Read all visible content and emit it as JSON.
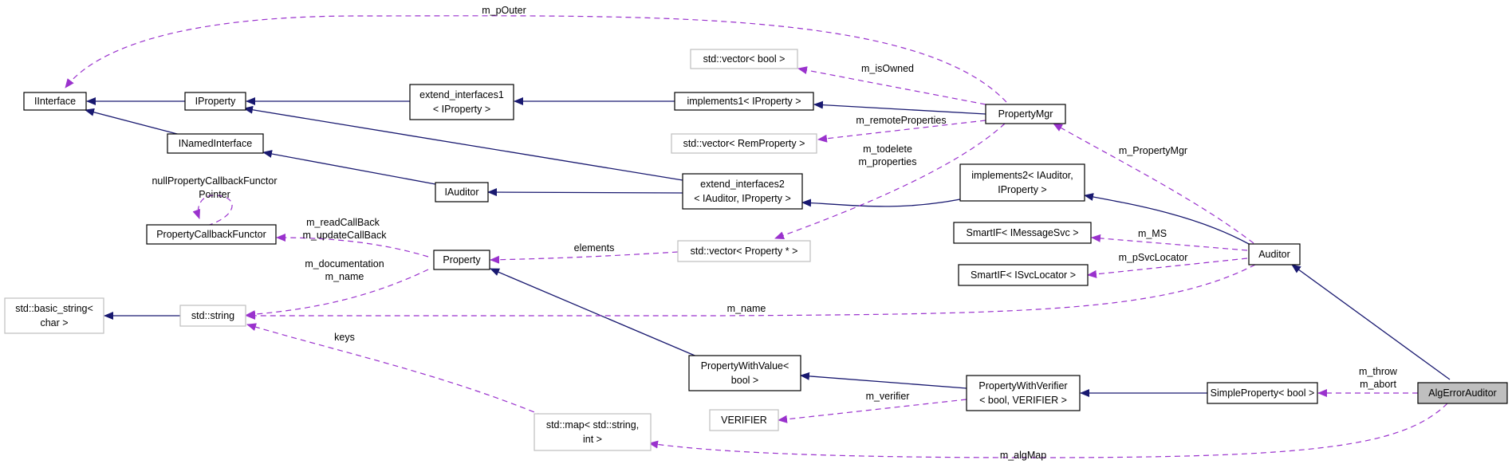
{
  "colors": {
    "inheritance": "#191970",
    "usage": "#9a32cd",
    "focus_fill": "#bfbfbf",
    "external_border": "#bfbfbf"
  },
  "nodes": {
    "iinterface": [
      "IInterface"
    ],
    "iproperty": [
      "IProperty"
    ],
    "extend_interfaces1": [
      "extend_interfaces1",
      "< IProperty >"
    ],
    "implements1": [
      "implements1< IProperty >"
    ],
    "property_mgr": [
      "PropertyMgr"
    ],
    "vector_bool": [
      "std::vector< bool >"
    ],
    "vector_remproperty": [
      "std::vector< RemProperty >"
    ],
    "inamedinterface": [
      "INamedInterface"
    ],
    "iauditor": [
      "IAuditor"
    ],
    "extend_interfaces2": [
      "extend_interfaces2",
      "< IAuditor, IProperty >"
    ],
    "implements2": [
      "implements2< IAuditor,",
      "IProperty >"
    ],
    "property_callback_functor": [
      "PropertyCallbackFunctor"
    ],
    "property": [
      "Property"
    ],
    "vector_property_ptr": [
      "std::vector< Property * >"
    ],
    "smartif_imessagesvc": [
      "SmartIF< IMessageSvc >"
    ],
    "smartif_isvclocator": [
      "SmartIF< ISvcLocator >"
    ],
    "auditor": [
      "Auditor"
    ],
    "basic_string": [
      "std::basic_string<",
      "char >"
    ],
    "std_string": [
      "std::string"
    ],
    "property_with_value": [
      "PropertyWithValue<",
      "bool >"
    ],
    "property_with_verifier": [
      "PropertyWithVerifier",
      "< bool, VERIFIER >"
    ],
    "simple_property": [
      "SimpleProperty< bool >"
    ],
    "alg_error_auditor": [
      "AlgErrorAuditor"
    ],
    "verifier": [
      "VERIFIER"
    ],
    "map_string_int": [
      "std::map< std::string,",
      "int >"
    ]
  },
  "edge_labels": {
    "m_pouter": [
      "m_pOuter"
    ],
    "m_isowned": [
      "m_isOwned"
    ],
    "m_remoteproperties": [
      "m_remoteProperties"
    ],
    "m_todelete": [
      "m_todelete",
      "m_properties"
    ],
    "m_propertymgr": [
      "m_PropertyMgr"
    ],
    "null_callback": [
      "nullPropertyCallbackFunctor",
      "Pointer"
    ],
    "read_update_callback": [
      "m_readCallBack",
      "m_updateCallBack"
    ],
    "elements": [
      "elements"
    ],
    "m_ms": [
      "m_MS"
    ],
    "m_psvclocator": [
      "m_pSvcLocator"
    ],
    "doc_name": [
      "m_documentation",
      "m_name"
    ],
    "m_name": [
      "m_name"
    ],
    "keys": [
      "keys"
    ],
    "m_verifier": [
      "m_verifier"
    ],
    "throw_abort": [
      "m_throw",
      "m_abort"
    ],
    "m_algmap": [
      "m_algMap"
    ]
  }
}
